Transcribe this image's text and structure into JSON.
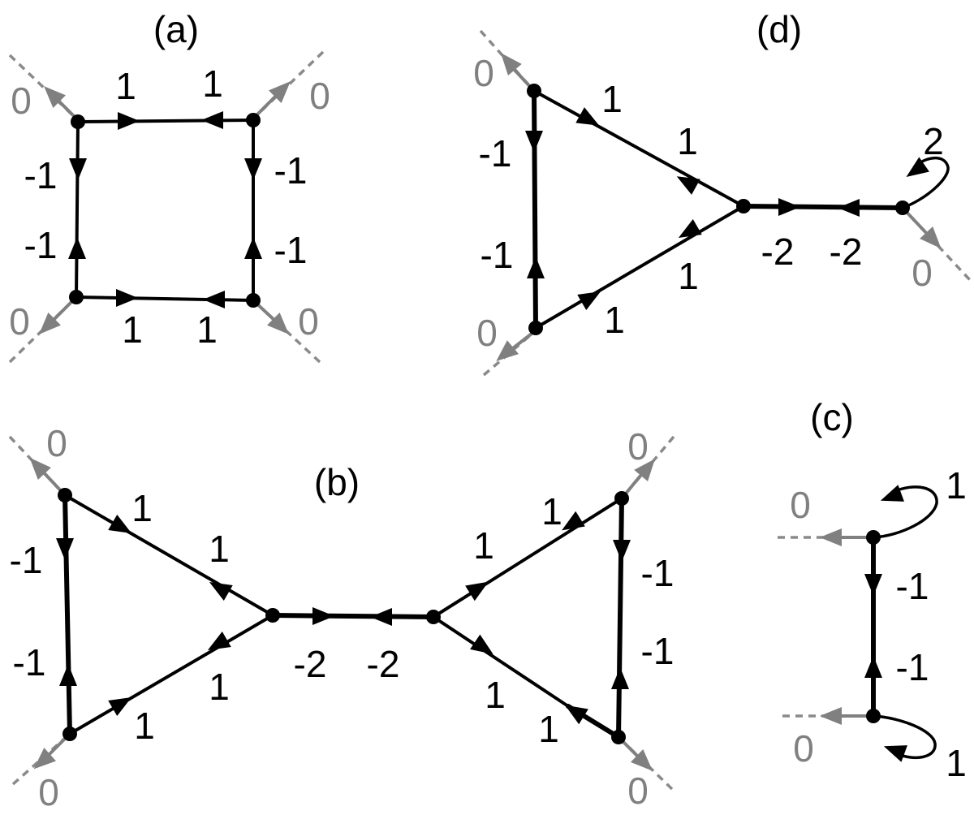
{
  "panels": {
    "a": {
      "title": "(a)",
      "top_left_label": "1",
      "top_right_label": "1",
      "left_upper_label": "-1",
      "left_lower_label": "-1",
      "right_upper_label": "-1",
      "right_lower_label": "-1",
      "bottom_left_label": "1",
      "bottom_right_label": "1",
      "external_tl": "0",
      "external_tr": "0",
      "external_bl": "0",
      "external_br": "0"
    },
    "b": {
      "title": "(b)",
      "left_top_outer_label": "1",
      "left_top_inner_label": "1",
      "left_vertical_upper_label": "-1",
      "left_vertical_lower_label": "-1",
      "left_bottom_inner_label": "1",
      "left_bottom_outer_label": "1",
      "bridge_left_label": "-2",
      "bridge_right_label": "-2",
      "right_top_inner_label": "1",
      "right_top_outer_label": "1",
      "right_vertical_upper_label": "-1",
      "right_vertical_lower_label": "-1",
      "right_bottom_inner_label": "1",
      "right_bottom_outer_label": "1",
      "external_tl": "0",
      "external_bl": "0",
      "external_tr": "0",
      "external_br": "0"
    },
    "c": {
      "title": "(c)",
      "top_loop_label": "1",
      "vertical_upper_label": "-1",
      "vertical_lower_label": "-1",
      "bottom_loop_label": "1",
      "external_top": "0",
      "external_bottom": "0"
    },
    "d": {
      "title": "(d)",
      "top_outer_label": "1",
      "top_inner_label": "1",
      "vertical_upper_label": "-1",
      "vertical_lower_label": "-1",
      "bottom_inner_label": "1",
      "bottom_outer_label": "1",
      "bridge_left_label": "-2",
      "bridge_right_label": "-2",
      "loop_label": "2",
      "external_tl": "0",
      "external_bl": "0",
      "external_right": "0"
    }
  }
}
